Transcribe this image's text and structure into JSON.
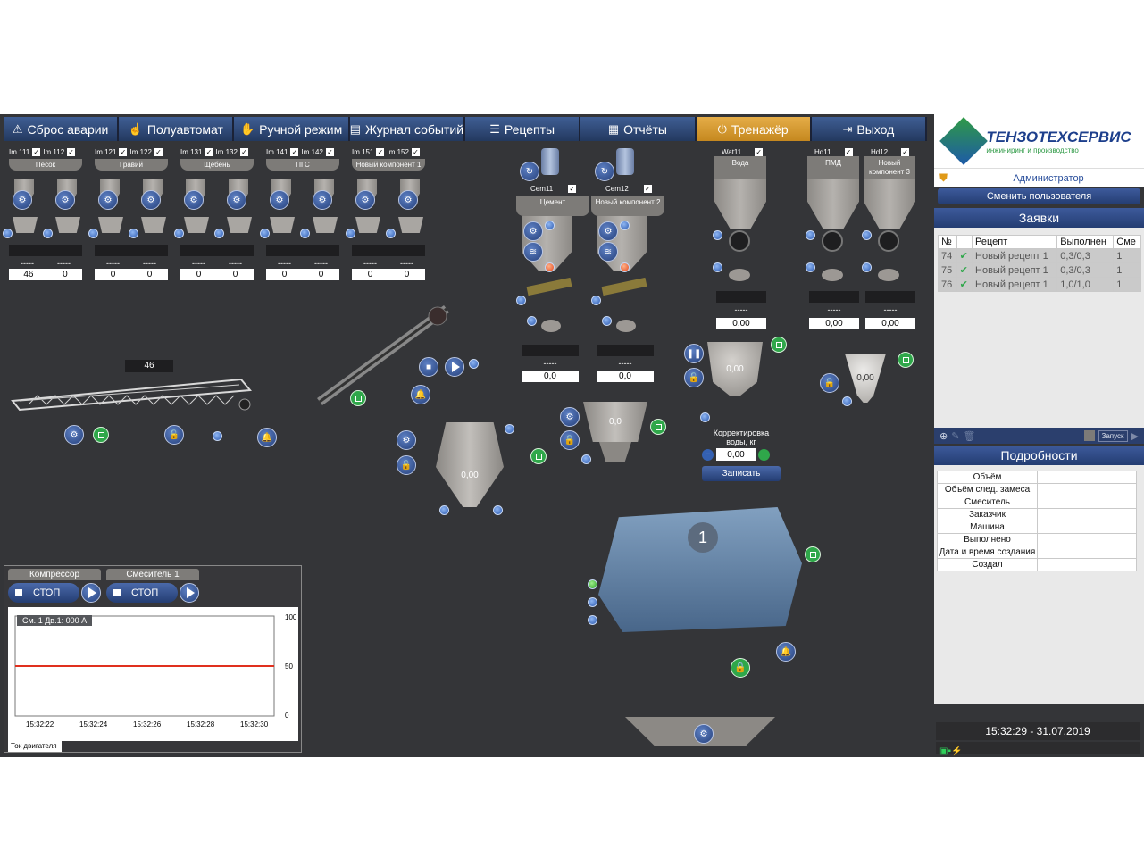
{
  "toolbar": {
    "buttons": [
      {
        "label": "Сброс аварии",
        "icon": "warning-icon"
      },
      {
        "label": "Полуавтомат",
        "icon": "hand-cursor-icon"
      },
      {
        "label": "Ручной режим",
        "icon": "hand-icon"
      },
      {
        "label": "Журнал событий",
        "icon": "journal-icon"
      },
      {
        "label": "Рецепты",
        "icon": "list-icon"
      },
      {
        "label": "Отчёты",
        "icon": "table-icon"
      },
      {
        "label": "Тренажёр",
        "icon": "power-icon",
        "active": true
      },
      {
        "label": "Выход",
        "icon": "exit-icon"
      }
    ]
  },
  "aggregates": [
    {
      "ids": [
        "Im 111",
        "Im 112"
      ],
      "name": "Песок",
      "values": [
        "46",
        "0"
      ]
    },
    {
      "ids": [
        "Im 121",
        "Im 122"
      ],
      "name": "Гравий",
      "values": [
        "0",
        "0"
      ]
    },
    {
      "ids": [
        "Im 131",
        "Im 132"
      ],
      "name": "Щебень",
      "values": [
        "0",
        "0"
      ]
    },
    {
      "ids": [
        "Im 141",
        "Im 142"
      ],
      "name": "ПГС",
      "values": [
        "0",
        "0"
      ]
    },
    {
      "ids": [
        "Im 151",
        "Im 152"
      ],
      "name": "Новый компонент 1",
      "values": [
        "0",
        "0"
      ]
    }
  ],
  "dashes": "-----",
  "conveyor_value": "46",
  "aggregate_scale_value": "0,00",
  "cement": [
    {
      "id": "Cem11",
      "name": "Цемент",
      "value": "0,0"
    },
    {
      "id": "Cem12",
      "name": "Новый компонент 2",
      "value": "0,0"
    }
  ],
  "cement_scale_value": "0,0",
  "water": {
    "id": "Wat11",
    "name": "Вода",
    "value": "0,00"
  },
  "water_scale_value": "0,00",
  "additives": [
    {
      "id": "Hd11",
      "name": "ПМД",
      "value": "0,00"
    },
    {
      "id": "Hd12",
      "name": "Новый компонент 3",
      "value": "0,00"
    }
  ],
  "additive_scale_value": "0,00",
  "water_correction": {
    "label": "Корректировка воды, кг",
    "value": "0,00",
    "button": "Записать"
  },
  "mixer_number": "1",
  "right": {
    "logo_title": "ТЕНЗОТЕХСЕРВИС",
    "logo_subtitle": "инжиниринг и производство",
    "user": "Администратор",
    "change_user": "Сменить пользователя",
    "orders_title": "Заявки",
    "orders_headers": [
      "№",
      "",
      "Рецепт",
      "Выполнен",
      "Сме"
    ],
    "orders": [
      {
        "no": "74",
        "recipe": "Новый рецепт 1",
        "done": "0,3/0,3",
        "shift": "1"
      },
      {
        "no": "75",
        "recipe": "Новый рецепт 1",
        "done": "0,3/0,3",
        "shift": "1"
      },
      {
        "no": "76",
        "recipe": "Новый рецепт 1",
        "done": "1,0/1,0",
        "shift": "1"
      }
    ],
    "start_label": "Запуск",
    "details_title": "Подробности",
    "details": [
      "Объём",
      "Объём след. замеса",
      "Смеситель",
      "Заказчик",
      "Машина",
      "Выполнено",
      "Дата и время создания",
      "Создал"
    ],
    "datetime": "15:32:29 - 31.07.2019"
  },
  "controls": [
    {
      "title": "Компрессор",
      "stop": "СТОП"
    },
    {
      "title": "Смеситель 1",
      "stop": "СТОП"
    }
  ],
  "trend": {
    "legend": "См. 1 Дв.1: 000 А",
    "y_ticks": [
      "100",
      "50",
      "0"
    ],
    "x_ticks": [
      "15:32:22",
      "15:32:24",
      "15:32:26",
      "15:32:28",
      "15:32:30"
    ],
    "tab": "Ток двигателя",
    "line_color": "#e0301e"
  }
}
